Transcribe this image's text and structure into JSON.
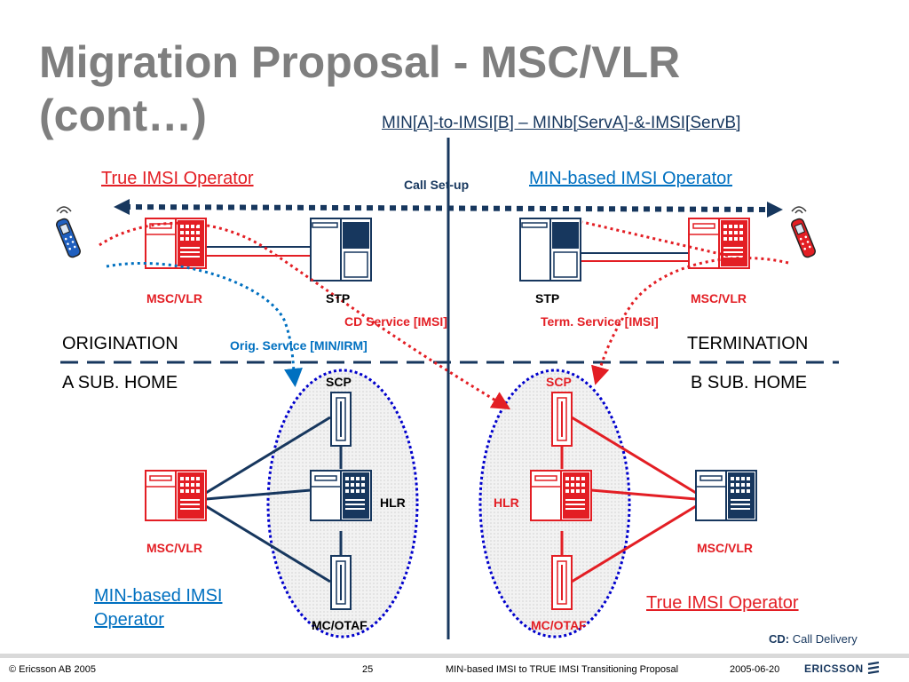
{
  "slide": {
    "title": "Migration Proposal - MSC/VLR (cont…)",
    "subtitle": "MIN[A]-to-IMSI[B] – MINb[ServA]-&-IMSI[ServB]",
    "left_operator": "True IMSI Operator",
    "right_operator": "MIN-based IMSI Operator",
    "call_setup": "Call Set-up",
    "bottom_left_operator": "MIN-based IMSI Operator",
    "bottom_right_operator": "True IMSI Operator",
    "origination": "ORIGINATION",
    "a_sub_home": "A SUB. HOME",
    "termination": "TERMINATION",
    "b_sub_home": "B SUB. HOME",
    "nodes": {
      "msc_vlr": "MSC/VLR",
      "stp": "STP",
      "scp": "SCP",
      "hlr": "HLR",
      "mc_otaf": "MC/OTAF"
    },
    "services": {
      "cd_service": "CD Service [IMSI]",
      "term_service": "Term. Service [IMSI]",
      "orig_service": "Orig. Service [MIN/IRM]"
    },
    "legend": {
      "abbr": "CD:",
      "meaning": "Call Delivery"
    }
  },
  "footer": {
    "copyright": "© Ericsson AB 2005",
    "page": "25",
    "doc_title": "MIN-based IMSI to TRUE IMSI Transitioning Proposal",
    "date": "2005-06-20",
    "brand": "ERICSSON"
  },
  "colors": {
    "red": "#e31e24",
    "navy": "#17375e",
    "blue": "#0070c0",
    "title_gray": "#7f7f7f"
  }
}
